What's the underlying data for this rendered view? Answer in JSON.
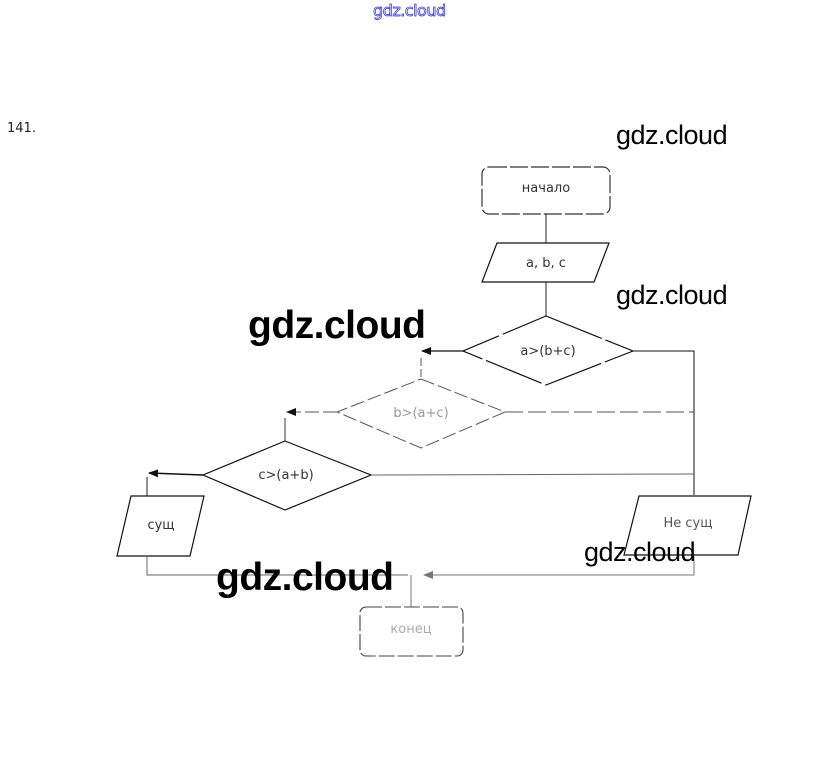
{
  "header": {
    "site_link": "gdz.cloud",
    "link_color": "#3a3acf"
  },
  "problem": {
    "number": "141."
  },
  "watermarks": [
    "gdz.cloud",
    "gdz.cloud",
    "gdz.cloud",
    "gdz.cloud",
    "gdz.cloud"
  ],
  "flowchart": {
    "start": "начало",
    "input": "a, b, c",
    "condition_1": "a>(b+c)",
    "condition_2": "b>(a+c)",
    "condition_3": "c>(a+b)",
    "output_exists": "сущ",
    "output_not_exists": "Не сущ",
    "end": "конец",
    "line_color": "#111111"
  }
}
